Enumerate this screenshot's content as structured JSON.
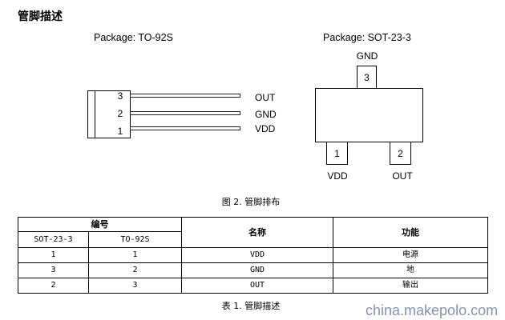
{
  "heading": "管脚描述",
  "to92s": {
    "package_label": "Package: TO-92S",
    "pins": [
      {
        "number": "3",
        "name": "OUT"
      },
      {
        "number": "2",
        "name": "GND"
      },
      {
        "number": "1",
        "name": "VDD"
      }
    ]
  },
  "sot23": {
    "package_label": "Package: SOT-23-3",
    "top_pin": {
      "number": "3",
      "name": "GND"
    },
    "bottom_pins": [
      {
        "number": "1",
        "name": "VDD"
      },
      {
        "number": "2",
        "name": "OUT"
      }
    ]
  },
  "figure_caption": "图 2. 管脚排布",
  "table": {
    "group_header": "编号",
    "sub_headers": [
      "SOT-23-3",
      "TO-92S"
    ],
    "name_header": "名称",
    "function_header": "功能",
    "rows": [
      {
        "sot23": "1",
        "to92s": "1",
        "name": "VDD",
        "function": "电源"
      },
      {
        "sot23": "3",
        "to92s": "2",
        "name": "GND",
        "function": "地"
      },
      {
        "sot23": "2",
        "to92s": "3",
        "name": "OUT",
        "function": "输出"
      }
    ]
  },
  "table_caption": "表 1. 管脚描述",
  "watermark": "china.makepolo.com",
  "colors": {
    "text": "#000000",
    "watermark": "#8594ad"
  }
}
